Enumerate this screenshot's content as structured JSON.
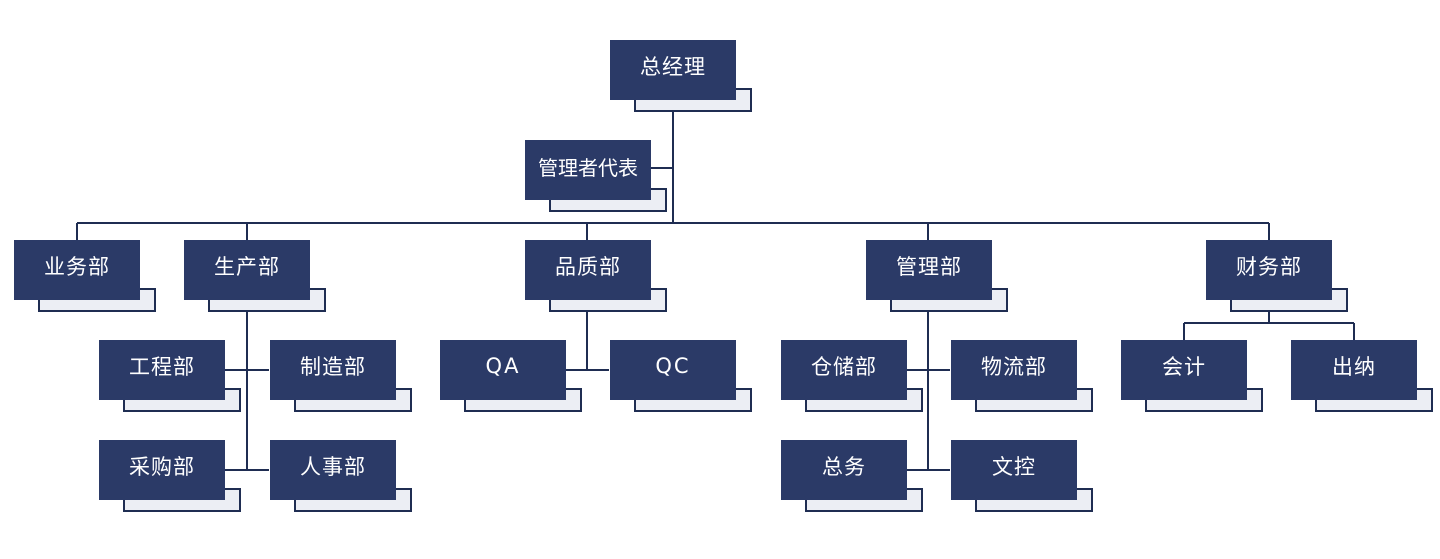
{
  "org": {
    "gm": "总经理",
    "rep": "管理者代表",
    "depts": {
      "business": "业务部",
      "production": "生产部",
      "quality": "品质部",
      "admin": "管理部",
      "finance": "财务部"
    },
    "production_units": {
      "engineering": "工程部",
      "manufacturing": "制造部",
      "purchasing": "采购部",
      "hr": "人事部"
    },
    "quality_units": {
      "qa": "QA",
      "qc": "QC"
    },
    "admin_units": {
      "warehouse": "仓储部",
      "logistics": "物流部",
      "general": "总务",
      "doc_control": "文控"
    },
    "finance_units": {
      "accounting": "会计",
      "cashier": "出纳"
    }
  },
  "colors": {
    "node_fill": "#2b3a67",
    "node_text": "#ffffff",
    "line": "#1f2d52",
    "sub_fill": "#eceef4"
  }
}
